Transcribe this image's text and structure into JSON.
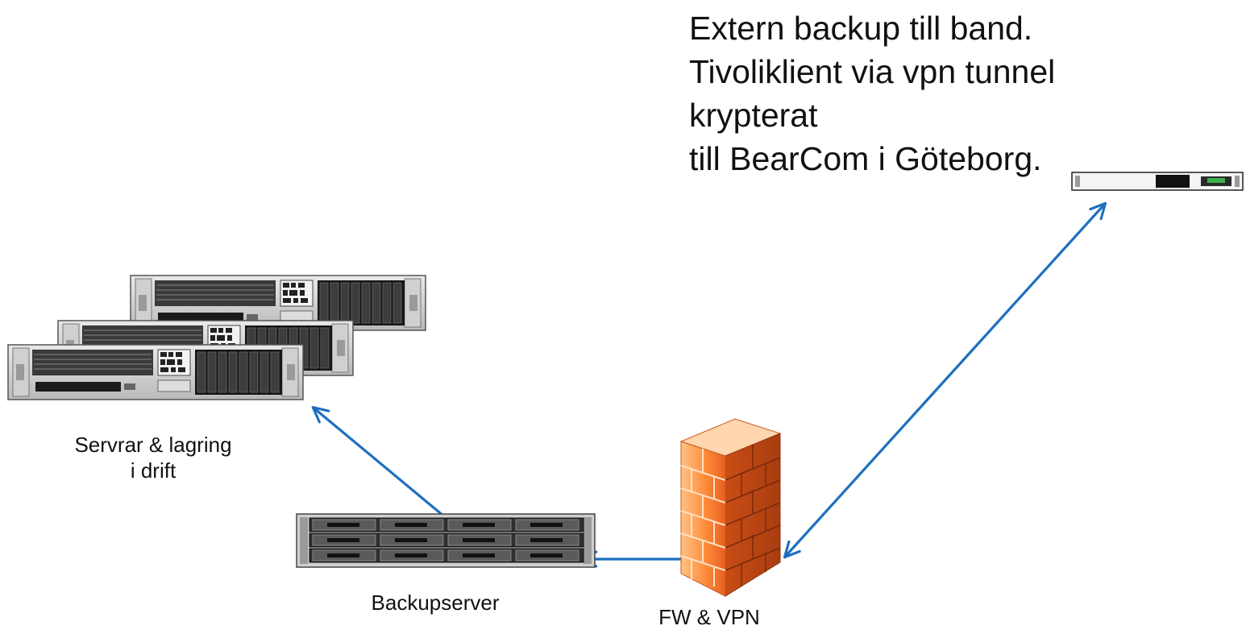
{
  "note": {
    "lines": [
      "Extern backup till band.",
      "Tivoliklient via vpn tunnel",
      "krypterat",
      "till BearCom i Göteborg."
    ]
  },
  "nodes": {
    "servers": {
      "label_line1": "Servrar & lagring",
      "label_line2": "i drift",
      "icon": "rack-server-icon"
    },
    "backup": {
      "label": "Backupserver",
      "icon": "storage-array-icon"
    },
    "firewall": {
      "label": "FW & VPN",
      "icon": "firewall-icon"
    },
    "remote": {
      "icon": "tape-library-icon"
    }
  },
  "colors": {
    "connector": "#1f6fbf",
    "firewall_light": "#ffb26a",
    "firewall_dark": "#d8561c",
    "server_body": "#2a2a2a"
  }
}
